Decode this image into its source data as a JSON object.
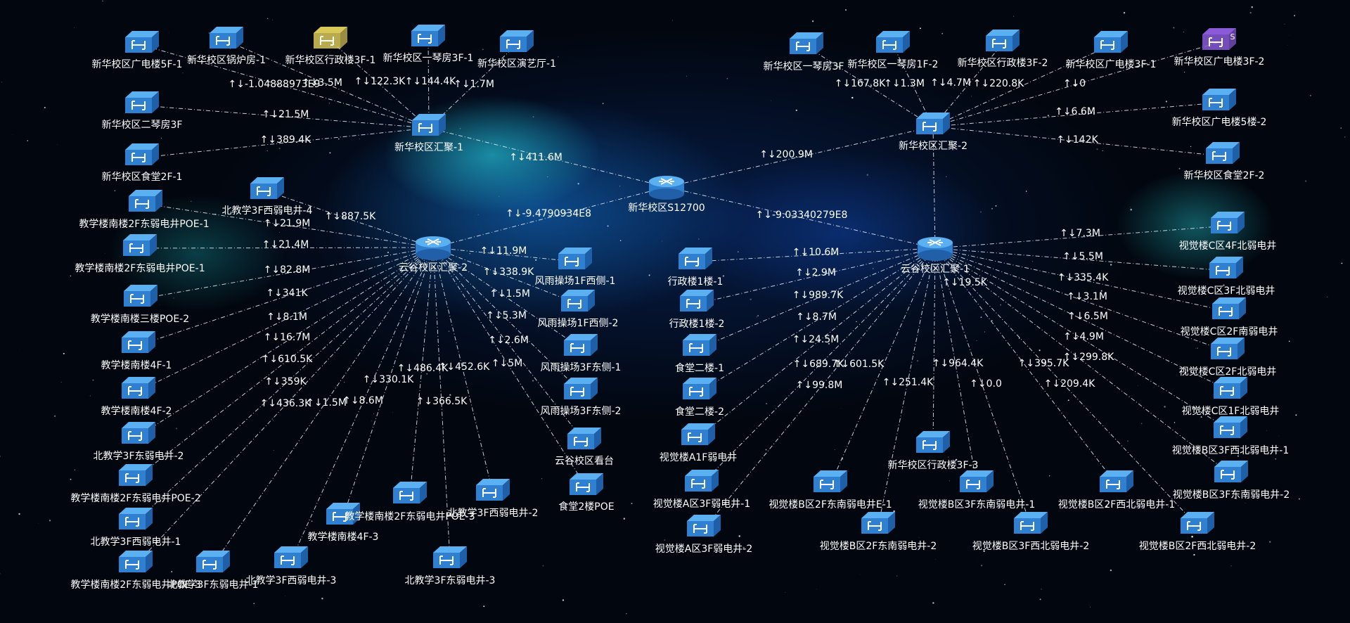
{
  "colors": {
    "background": "#02060e",
    "link": "#e6eef8",
    "device_top": "#5ab0f0",
    "device_front": "#2f80d0",
    "device_highlight_yellow": "#d8c858",
    "device_highlight_purple": "#8a5ad8"
  },
  "icons": {
    "switch": "switch-icon",
    "router": "router-icon"
  },
  "nodes": [
    {
      "id": "r0",
      "label": "新华校区S12700",
      "type": "router"
    },
    {
      "id": "r1",
      "label": "新华校区汇聚-1",
      "type": "switch"
    },
    {
      "id": "r2",
      "label": "新华校区汇聚-2",
      "type": "switch"
    },
    {
      "id": "r3",
      "label": "云谷校区汇聚-2",
      "type": "router"
    },
    {
      "id": "r4",
      "label": "云谷校区汇聚-1",
      "type": "router"
    },
    {
      "id": "a1",
      "label": "新华校区广电楼5F-1",
      "type": "switch"
    },
    {
      "id": "a2",
      "label": "新华校区锅炉房-1",
      "type": "switch"
    },
    {
      "id": "a3",
      "label": "新华校区行政楼3F-1",
      "type": "switch",
      "status": "yellow"
    },
    {
      "id": "a4",
      "label": "新华校区一琴房3F-1",
      "type": "switch"
    },
    {
      "id": "a5",
      "label": "新华校区演艺厅-1",
      "type": "switch"
    },
    {
      "id": "a6",
      "label": "新华校区二琴房3F",
      "type": "switch"
    },
    {
      "id": "a7",
      "label": "新华校区食堂2F-1",
      "type": "switch"
    },
    {
      "id": "b1",
      "label": "新华校区一琴房3F",
      "type": "switch"
    },
    {
      "id": "b2",
      "label": "新华校区一琴房1F-2",
      "type": "switch"
    },
    {
      "id": "b3",
      "label": "新华校区行政楼3F-2",
      "type": "switch"
    },
    {
      "id": "b4",
      "label": "新华校区广电楼3F-1",
      "type": "switch"
    },
    {
      "id": "b5",
      "label": "新华校区广电楼3F-2",
      "type": "switch",
      "status": "purple",
      "badge": "S"
    },
    {
      "id": "b6",
      "label": "新华校区广电楼5楼-2",
      "type": "switch"
    },
    {
      "id": "b7",
      "label": "新华校区食堂2F-2",
      "type": "switch"
    },
    {
      "id": "c1",
      "label": "北教学3F西弱电井-4",
      "type": "switch"
    },
    {
      "id": "c2",
      "label": "教学楼南楼2F东弱电井POE-1",
      "type": "switch"
    },
    {
      "id": "c3",
      "label": "教学楼南楼2F东弱电井POE-1",
      "type": "switch"
    },
    {
      "id": "c4",
      "label": "教学楼南楼三楼POE-2",
      "type": "switch"
    },
    {
      "id": "c5",
      "label": "教学楼南楼4F-1",
      "type": "switch"
    },
    {
      "id": "c6",
      "label": "教学楼南楼4F-2",
      "type": "switch"
    },
    {
      "id": "c7",
      "label": "北教学3F东弱电井-2",
      "type": "switch"
    },
    {
      "id": "c8",
      "label": "教学楼南楼2F东弱电井POE-2",
      "type": "switch"
    },
    {
      "id": "c9",
      "label": "北教学3F西弱电井-1",
      "type": "switch"
    },
    {
      "id": "c10",
      "label": "教学楼南楼2F东弱电井POE-3",
      "type": "switch"
    },
    {
      "id": "c11",
      "label": "北教学3F东弱电井-1",
      "type": "switch"
    },
    {
      "id": "c12",
      "label": "北教学3F西弱电井-3",
      "type": "switch"
    },
    {
      "id": "c13",
      "label": "教学楼南楼4F-3",
      "type": "switch"
    },
    {
      "id": "c14",
      "label": "教学楼南楼2F东弱电井POE-3",
      "type": "switch"
    },
    {
      "id": "c15",
      "label": "北教学3F西弱电井-2",
      "type": "switch"
    },
    {
      "id": "c16",
      "label": "北教学3F东弱电井-3",
      "type": "switch"
    },
    {
      "id": "c17",
      "label": "风雨操场1F西侧-1",
      "type": "switch"
    },
    {
      "id": "c18",
      "label": "风雨操场1F西侧-2",
      "type": "switch"
    },
    {
      "id": "c19",
      "label": "风雨操场3F东侧-1",
      "type": "switch"
    },
    {
      "id": "c20",
      "label": "风雨操场3F东侧-2",
      "type": "switch"
    },
    {
      "id": "c21",
      "label": "云谷校区看台",
      "type": "switch"
    },
    {
      "id": "c22",
      "label": "食堂2楼POE",
      "type": "switch"
    },
    {
      "id": "d1",
      "label": "行政楼1楼-1",
      "type": "switch"
    },
    {
      "id": "d2",
      "label": "行政楼1楼-2",
      "type": "switch"
    },
    {
      "id": "d3",
      "label": "食堂二楼-1",
      "type": "switch"
    },
    {
      "id": "d4",
      "label": "食堂二楼-2",
      "type": "switch"
    },
    {
      "id": "d5",
      "label": "视觉楼A1F弱电井",
      "type": "switch"
    },
    {
      "id": "d6",
      "label": "视觉楼A区3F弱电井-1",
      "type": "switch"
    },
    {
      "id": "d7",
      "label": "视觉楼A区3F弱电井-2",
      "type": "switch"
    },
    {
      "id": "d8",
      "label": "视觉楼B区2F东南弱电井E-1",
      "type": "switch"
    },
    {
      "id": "d9",
      "label": "视觉楼B区2F东南弱电井-2",
      "type": "switch"
    },
    {
      "id": "d10",
      "label": "新华校区行政楼3F-3",
      "type": "switch"
    },
    {
      "id": "d11",
      "label": "视觉楼B区3F东南弱电井-1",
      "type": "switch"
    },
    {
      "id": "d12",
      "label": "视觉楼B区3F西北弱电井-2",
      "type": "switch"
    },
    {
      "id": "d13",
      "label": "视觉楼B区2F西北弱电井-1",
      "type": "switch"
    },
    {
      "id": "d14",
      "label": "视觉楼B区2F西北弱电井-2",
      "type": "switch"
    },
    {
      "id": "d15",
      "label": "视觉楼B区3F东南弱电井-2",
      "type": "switch"
    },
    {
      "id": "d16",
      "label": "视觉楼B区3F西北弱电井-1",
      "type": "switch"
    },
    {
      "id": "d17",
      "label": "视觉楼C区1F北弱电井",
      "type": "switch"
    },
    {
      "id": "d18",
      "label": "视觉楼C区2F北弱电井",
      "type": "switch"
    },
    {
      "id": "d19",
      "label": "视觉楼C区2F南弱电井",
      "type": "switch"
    },
    {
      "id": "d20",
      "label": "视觉楼C区3F北弱电井",
      "type": "switch"
    },
    {
      "id": "d21",
      "label": "视觉楼C区4F北弱电井",
      "type": "switch"
    }
  ],
  "links": [
    {
      "from": "r0",
      "to": "r1",
      "label": "↑↓411.6M"
    },
    {
      "from": "r0",
      "to": "r2",
      "label": "↑↓200.9M"
    },
    {
      "from": "r0",
      "to": "r3",
      "label": "↑↓-9.4790934E8"
    },
    {
      "from": "r0",
      "to": "r4",
      "label": "↑↓-9.03340279E8"
    },
    {
      "from": "r4",
      "to": "r2",
      "label": ""
    },
    {
      "from": "r1",
      "to": "a1",
      "label": "↑↓-1.04888973E9"
    },
    {
      "from": "r1",
      "to": "a2",
      "label": "↑↓3.5M"
    },
    {
      "from": "r1",
      "to": "a3",
      "label": "↑↓122.3K"
    },
    {
      "from": "r1",
      "to": "a4",
      "label": "↑↓144.4K"
    },
    {
      "from": "r1",
      "to": "a5",
      "label": "↑↓1.7M"
    },
    {
      "from": "r1",
      "to": "a6",
      "label": "↑↓21.5M"
    },
    {
      "from": "r1",
      "to": "a7",
      "label": "↑↓389.4K"
    },
    {
      "from": "r2",
      "to": "b1",
      "label": "↑↓167.8K"
    },
    {
      "from": "r2",
      "to": "b2",
      "label": "↑↓1.3M"
    },
    {
      "from": "r2",
      "to": "b3",
      "label": "↑↓4.7M"
    },
    {
      "from": "r2",
      "to": "b4",
      "label": "↑↓220.8K"
    },
    {
      "from": "r2",
      "to": "b5",
      "label": "↑↓0"
    },
    {
      "from": "r2",
      "to": "b6",
      "label": "↑↓6.6M"
    },
    {
      "from": "r2",
      "to": "b7",
      "label": "↑↓142K"
    },
    {
      "from": "r3",
      "to": "c1",
      "label": "↑↓887.5K"
    },
    {
      "from": "r3",
      "to": "c2",
      "label": "↑↓21.9M"
    },
    {
      "from": "r3",
      "to": "c3",
      "label": "↑↓21.4M"
    },
    {
      "from": "r3",
      "to": "c4",
      "label": "↑↓82.8M"
    },
    {
      "from": "r3",
      "to": "c5",
      "label": "↑↓341K"
    },
    {
      "from": "r3",
      "to": "c6",
      "label": "↑↓8.1M"
    },
    {
      "from": "r3",
      "to": "c7",
      "label": "↑↓16.7M"
    },
    {
      "from": "r3",
      "to": "c8",
      "label": "↑↓610.5K"
    },
    {
      "from": "r3",
      "to": "c9",
      "label": "↑↓359K"
    },
    {
      "from": "r3",
      "to": "c10",
      "label": "↑↓436.3K"
    },
    {
      "from": "r3",
      "to": "c12",
      "label": "↑↓1.5M"
    },
    {
      "from": "r3",
      "to": "c13",
      "label": "↑↓8.6M"
    },
    {
      "from": "r3",
      "to": "c15",
      "label": "↑↓330.1K"
    },
    {
      "from": "r3",
      "to": "c14",
      "label": "↑↓486.4K"
    },
    {
      "from": "r3",
      "to": "c16",
      "label": "↑↓452.6K"
    },
    {
      "from": "r3",
      "to": "c11",
      "label": "↑↓366.5K"
    },
    {
      "from": "r3",
      "to": "c17",
      "label": "↑↓11.9M"
    },
    {
      "from": "r3",
      "to": "c18",
      "label": "↑↓338.9K"
    },
    {
      "from": "r3",
      "to": "c19",
      "label": "↑↓1.5M"
    },
    {
      "from": "r3",
      "to": "c20",
      "label": "↑↓5.3M"
    },
    {
      "from": "r3",
      "to": "c21",
      "label": "↑↓2.6M"
    },
    {
      "from": "r3",
      "to": "c22",
      "label": "↑↓5M"
    },
    {
      "from": "r4",
      "to": "d1",
      "label": "↑↓10.6M"
    },
    {
      "from": "r4",
      "to": "d2",
      "label": "↑↓2.9M"
    },
    {
      "from": "r4",
      "to": "d3",
      "label": "↑↓989.7K"
    },
    {
      "from": "r4",
      "to": "d4",
      "label": "↑↓8.7M"
    },
    {
      "from": "r4",
      "to": "d5",
      "label": "↑↓24.5M"
    },
    {
      "from": "r4",
      "to": "d6",
      "label": "↑↓689.7K"
    },
    {
      "from": "r4",
      "to": "d7",
      "label": "↑↓99.8M"
    },
    {
      "from": "r4",
      "to": "d8",
      "label": "↑↓601.5K"
    },
    {
      "from": "r4",
      "to": "d9",
      "label": "↑↓251.4K"
    },
    {
      "from": "r4",
      "to": "d10",
      "label": "↑↓964.4K"
    },
    {
      "from": "r4",
      "to": "d11",
      "label": "↑↓0.0"
    },
    {
      "from": "r4",
      "to": "d12",
      "label": "↑↓395.7K"
    },
    {
      "from": "r4",
      "to": "d13",
      "label": "↑↓209.4K"
    },
    {
      "from": "r4",
      "to": "d14",
      "label": "↑↓299.8K"
    },
    {
      "from": "r4",
      "to": "d15",
      "label": "↑↓4.9M"
    },
    {
      "from": "r4",
      "to": "d16",
      "label": "↑↓6.5M"
    },
    {
      "from": "r4",
      "to": "d17",
      "label": "↑↓3.1M"
    },
    {
      "from": "r4",
      "to": "d18",
      "label": "↑↓335.4K"
    },
    {
      "from": "r4",
      "to": "d19",
      "label": "↑↓5.5M"
    },
    {
      "from": "r4",
      "to": "d20",
      "label": "↑↓7.3M"
    },
    {
      "from": "r4",
      "to": "d21",
      "label": "↑↓19.5K"
    }
  ]
}
